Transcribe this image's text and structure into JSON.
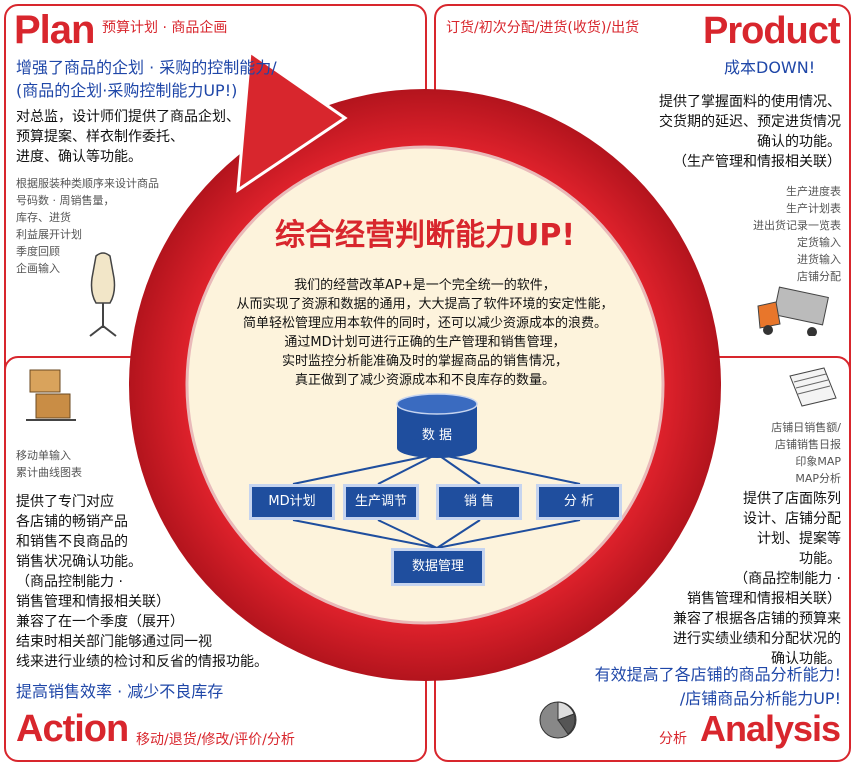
{
  "plan": {
    "title": "Plan",
    "subtitle": "预算计划 · 商品企画",
    "headline": [
      "增强了商品的企划 · 采购的控制能力/",
      "(商品的企划·采购控制能力UP!)"
    ],
    "body": [
      "对总监，设计师们提供了商品企划、",
      "预算提案、样衣制作委托、",
      "进度、确认等功能。"
    ],
    "features": [
      "根据服装种类顺序来设计商品",
      "号码数 · 周销售量，",
      "库存、进货",
      "利益展开计划",
      "季度回顾",
      "企画输入"
    ]
  },
  "product": {
    "title": "Product",
    "subtitle": "订货/初次分配/进货(收货)/出货",
    "headline": "成本DOWN!",
    "body": [
      "提供了掌握面料的使用情况、",
      "交货期的延迟、预定进货情况",
      "确认的功能。",
      "（生产管理和情报相关联）"
    ],
    "features": [
      "生产进度表",
      "生产计划表",
      "进出货记录一览表",
      "定货输入",
      "进货输入",
      "店铺分配"
    ]
  },
  "action": {
    "title": "Action",
    "subtitle": "移动/退货/修改/评价/分析",
    "features": [
      "移动单输入",
      "累计曲线图表"
    ],
    "body": [
      "提供了专门对应",
      "各店铺的畅销产品",
      "和销售不良商品的",
      "销售状况确认功能。",
      "（商品控制能力 ·",
      "销售管理和情报相关联）",
      "兼容了在一个季度（展开）",
      "结束时相关部门能够通过同一视",
      "线来进行业绩的检讨和反省的情报功能。"
    ],
    "headline": "提高销售效率 · 减少不良库存"
  },
  "analysis": {
    "title": "Analysis",
    "subtitle": "分析",
    "features": [
      "店铺日销售额/",
      "店铺销售日报",
      "印象MAP",
      "MAP分析"
    ],
    "body": [
      "提供了店面陈列",
      "设计、店铺分配",
      "计划、提案等",
      "功能。",
      "（商品控制能力 ·",
      "销售管理和情报相关联）",
      "兼容了根据各店铺的预算来",
      "进行实绩业绩和分配状况的",
      "确认功能。"
    ],
    "headline": [
      "有效提高了各店铺的商品分析能力!",
      "/店铺商品分析能力UP!"
    ]
  },
  "center": {
    "title": "综合经营判断能力UP!",
    "text": [
      "我们的经营改革AP+是一个完全统一的软件，",
      "从而实现了资源和数据的通用，大大提高了软件环境的安定性能，",
      "简单轻松管理应用本软件的同时，还可以减少资源成本的浪费。",
      "通过MD计划可进行正确的生产管理和销售管理，",
      "实时监控分析能准确及时的掌握商品的销售情况，",
      "真正做到了减少资源成本和不良库存的数量。"
    ]
  },
  "flow": {
    "database": "数  据",
    "boxes": [
      "MD计划",
      "生产调节",
      "销  售",
      "分  析"
    ],
    "bottom": "数据管理"
  },
  "colors": {
    "accent": "#d8262d",
    "blue": "#1f47a8",
    "box": "#1f4e9e",
    "center": "#fdf3dc"
  }
}
